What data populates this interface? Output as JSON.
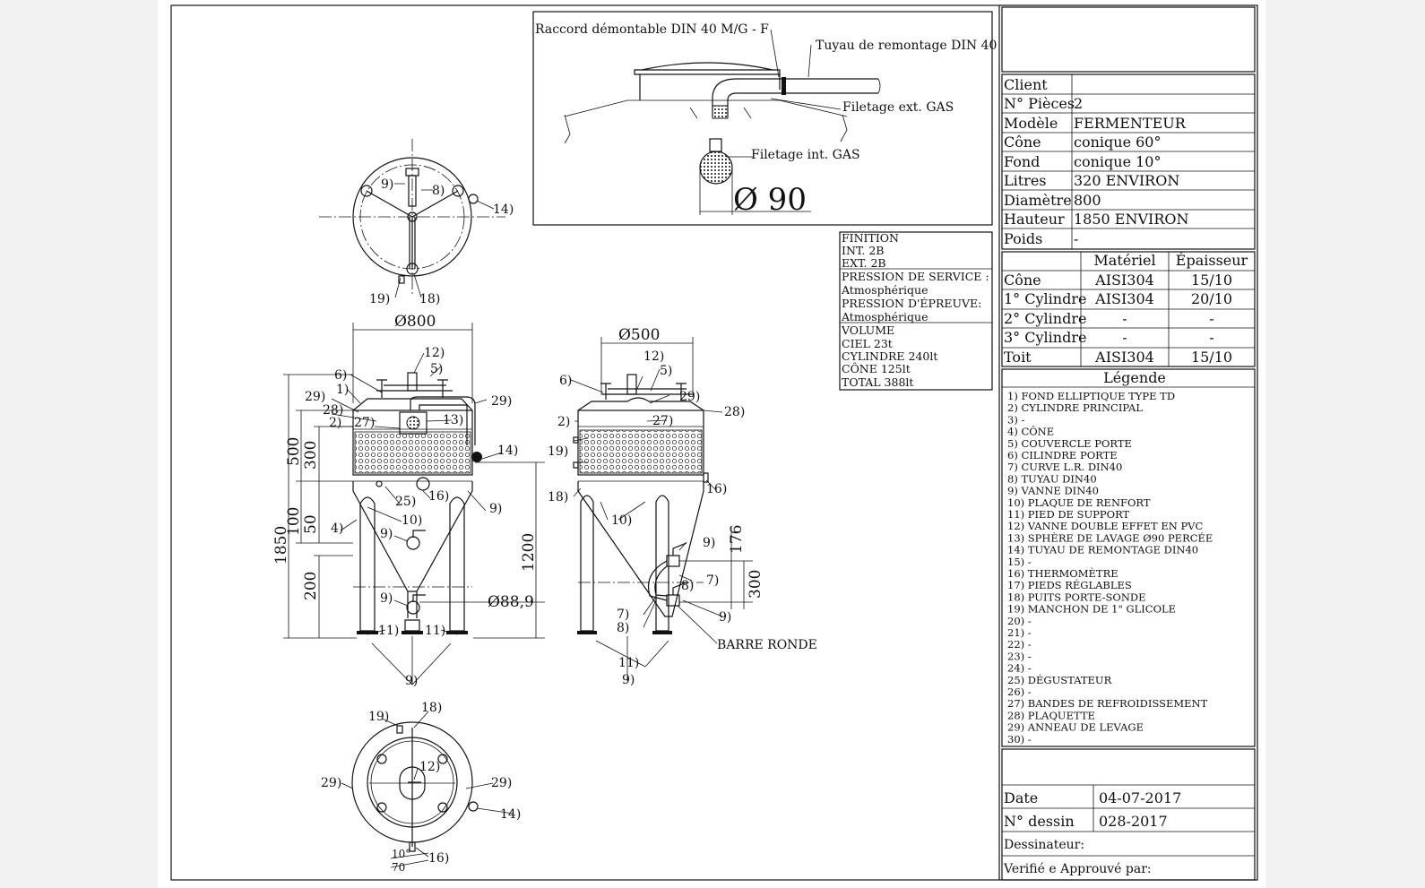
{
  "detail": {
    "raccord": "Raccord démontable DIN 40 M/G - F",
    "tuyau": "Tuyau de remontage DIN 40",
    "filetage_ext": "Filetage ext. GAS",
    "filetage_int": "Filetage int. GAS",
    "sphere_dia": "Ø 90"
  },
  "finition": [
    "FINITION",
    "INT. 2B",
    "EXT. 2B",
    "PRESSION DE SERVICE :",
    "Atmosphérique",
    "PRESSION D'ÉPREUVE:",
    "Atmosphérique",
    "VOLUME",
    "CIEL 23t",
    "CYLINDRE 240lt",
    "CÔNE 125lt",
    "TOTAL 388lt"
  ],
  "dimensions": {
    "d800": "Ø800",
    "d500": "Ø500",
    "d889": "Ø88,9",
    "h1850": "1850",
    "h500": "500",
    "h300": "300",
    "h100": "100",
    "h50": "50",
    "h200": "200",
    "h1200": "1200",
    "h176": "176",
    "h300b": "300",
    "a10": "10°",
    "a70": "70"
  },
  "callouts": {
    "top": [
      "9)",
      "8)",
      "14)",
      "19)",
      "18)"
    ],
    "front": [
      "12)",
      "5)",
      "6)",
      "1)",
      "29)",
      "28)",
      "2)",
      "27)",
      "29)",
      "13)",
      "14)",
      "25)",
      "16)",
      "9)",
      "10)",
      "4)",
      "9)",
      "9)",
      "11)",
      "11)",
      "9)"
    ],
    "side": [
      "12)",
      "5)",
      "6)",
      "29)",
      "28)",
      "2)",
      "27)",
      "19)",
      "16)",
      "18)",
      "10)",
      "9)",
      "8)",
      "7)",
      "7)",
      "8)",
      "9)",
      "11)",
      "9)"
    ],
    "barre": "BARRE RONDE",
    "bottom": [
      "19)",
      "18)",
      "12)",
      "29)",
      "29)",
      "14)",
      "16)"
    ]
  },
  "title_block": {
    "client_label": "Client",
    "client_value": "",
    "pieces_label": "N° Pièces",
    "pieces_value": "2",
    "modele_label": "Modèle",
    "modele_value": "FERMENTEUR",
    "cone_label": "Cône",
    "cone_value": "conique 60°",
    "fond_label": "Fond",
    "fond_value": "conique 10°",
    "litres_label": "Litres",
    "litres_value": "320 ENVIRON",
    "diametre_label": "Diamètre",
    "diametre_value": "800",
    "hauteur_label": "Hauteur",
    "hauteur_value": "1850 ENVIRON",
    "poids_label": "Poids",
    "poids_value": "-",
    "materials_header": {
      "materiel": "Matériel",
      "epaisseur": "Épaisseur"
    },
    "materials": [
      {
        "part": "Cône",
        "material": "AISI304",
        "thickness": "15/10"
      },
      {
        "part": "1° Cylindre",
        "material": "AISI304",
        "thickness": "20/10"
      },
      {
        "part": "2° Cylindre",
        "material": "-",
        "thickness": "-"
      },
      {
        "part": "3° Cylindre",
        "material": "-",
        "thickness": "-"
      },
      {
        "part": "Toit",
        "material": "AISI304",
        "thickness": "15/10"
      }
    ],
    "legend_title": "Légende",
    "legend": [
      "1)   FOND ELLIPTIQUE TYPE TD",
      "2)   CYLINDRE PRINCIPAL",
      "3)   -",
      "4)   CÔNE",
      "5)   COUVERCLE PORTE",
      "6)   CILINDRE PORTE",
      "7)   CURVE L.R. DIN40",
      "8)   TUYAU DIN40",
      "9)   VANNE DIN40",
      "10) PLAQUE DE RENFORT",
      "11) PIED DE SUPPORT",
      "12) VANNE DOUBLE EFFET EN PVC",
      "13) SPHÈRE DE LAVAGE Ø90  PERCÉE",
      "14) TUYAU DE REMONTAGE DIN40",
      "15) -",
      "16) THERMOMÈTRE",
      "17) PIEDS RÉGLABLES",
      "18) PUITS PORTE-SONDE",
      "19) MANCHON DE 1\" GLICOLE",
      "20) -",
      "21) -",
      "22) -",
      "23) -",
      "24) -",
      "25) DÉGUSTATEUR",
      "26) -",
      "27) BANDES DE REFROIDISSEMENT",
      "28) PLAQUETTE",
      "29) ANNEAU DE LEVAGE",
      "30) -"
    ],
    "date_label": "Date",
    "date_value": "04-07-2017",
    "dessin_label": "N° dessin",
    "dessin_value": "028-2017",
    "dessinateur_label": "Dessinateur:",
    "verifie_label": "Verifié e Approuvé par:"
  }
}
